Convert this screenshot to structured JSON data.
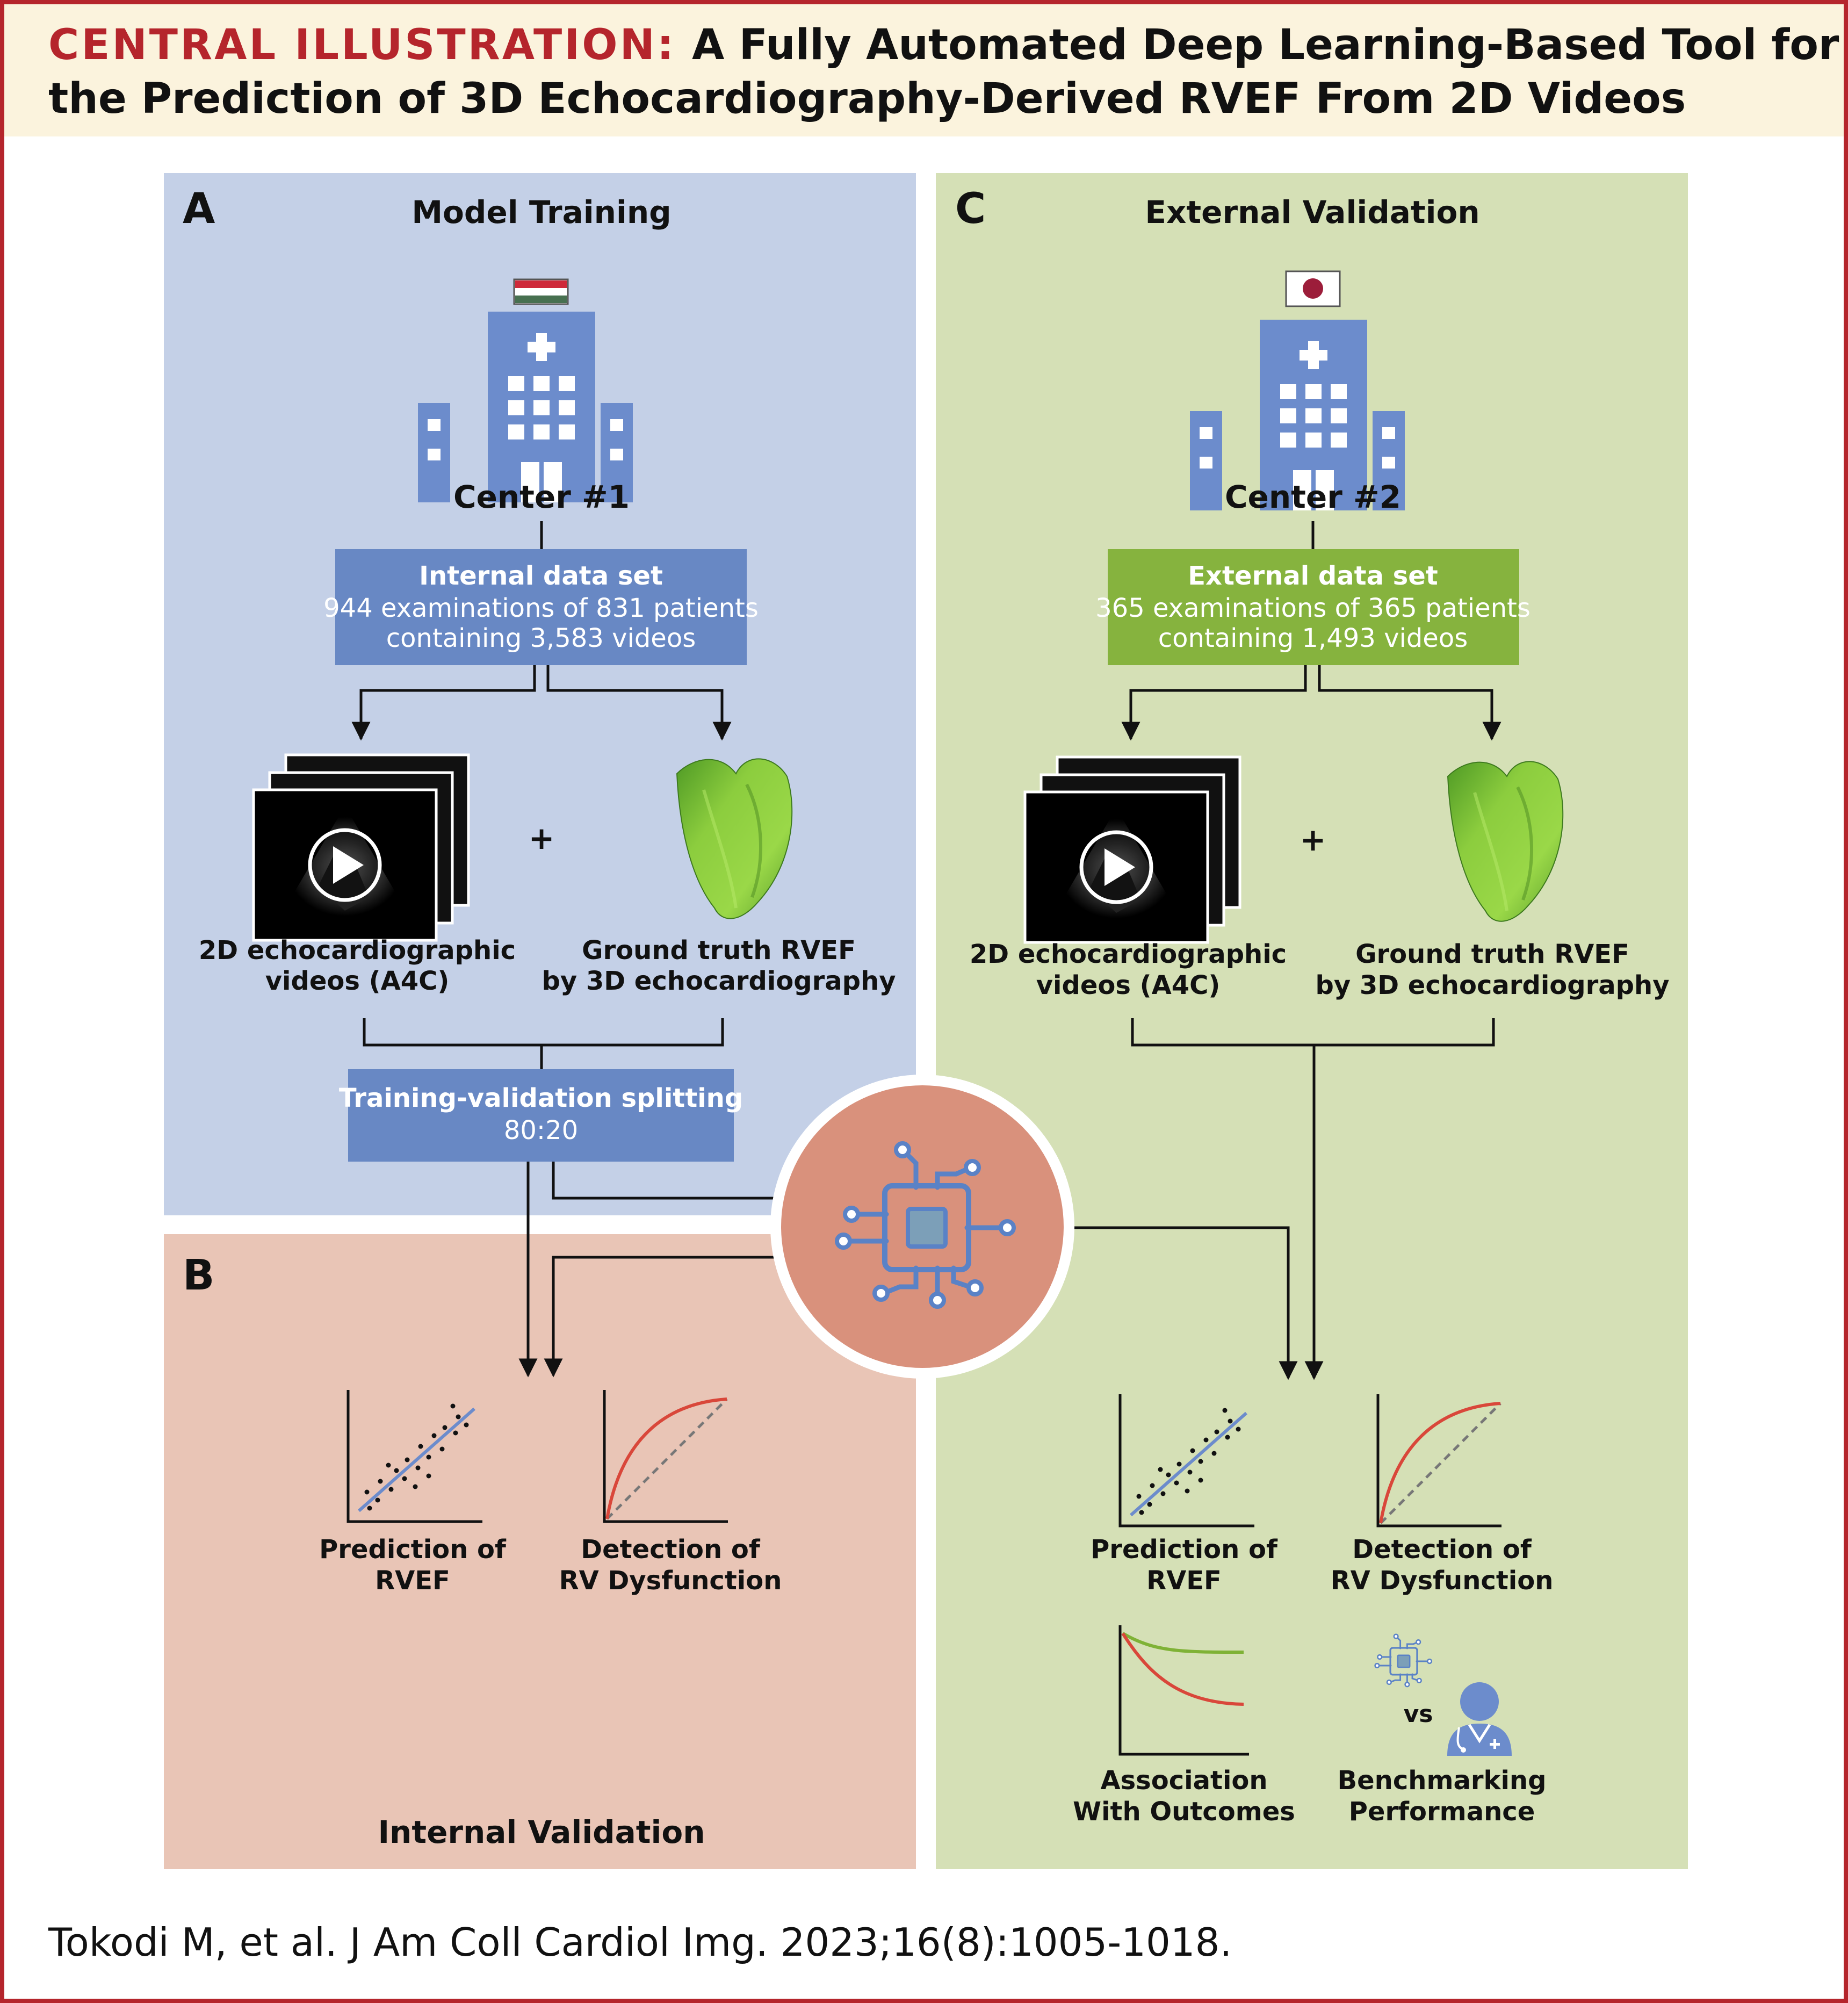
{
  "header": {
    "label": "CENTRAL ILLUSTRATION:",
    "title_line1": "A Fully Automated Deep Learning-Based Tool for",
    "title_line2": "the Prediction of 3D Echocardiography-Derived RVEF From 2D Videos"
  },
  "panel_a": {
    "letter": "A",
    "title": "Model Training",
    "center": "Center #1",
    "dataset": {
      "title": "Internal data set",
      "line1": "944 examinations of 831 patients",
      "line2": "containing 3,583 videos"
    },
    "plus": "+",
    "videos_line1": "2D echocardiographic",
    "videos_line2": "videos (A4C)",
    "truth_line1": "Ground truth RVEF",
    "truth_line2": "by 3D echocardiography",
    "split_title": "Training-validation splitting",
    "split_ratio": "80:20"
  },
  "panel_b": {
    "letter": "B",
    "prediction_line1": "Prediction of",
    "prediction_line2": "RVEF",
    "detection_line1": "Detection of",
    "detection_line2": "RV Dysfunction",
    "footer": "Internal Validation"
  },
  "panel_c": {
    "letter": "C",
    "title": "External Validation",
    "center": "Center #2",
    "dataset": {
      "title": "External data set",
      "line1": "365 examinations of 365 patients",
      "line2": "containing 1,493 videos"
    },
    "plus": "+",
    "videos_line1": "2D echocardiographic",
    "videos_line2": "videos (A4C)",
    "truth_line1": "Ground truth RVEF",
    "truth_line2": "by 3D echocardiography",
    "prediction_line1": "Prediction of",
    "prediction_line2": "RVEF",
    "detection_line1": "Detection of",
    "detection_line2": "RV Dysfunction",
    "association_line1": "Association",
    "association_line2": "With Outcomes",
    "vs": "vs",
    "benchmark_line1": "Benchmarking",
    "benchmark_line2": "Performance"
  },
  "citation": "Tokodi M, et al. J Am Coll Cardiol Img. 2023;16(8):1005-1018.",
  "colors": {
    "frame_red": "#b5252c",
    "header_bg": "#fbf3dd",
    "panel_a_bg": "#c4d0e7",
    "panel_b_bg": "#e9c5b6",
    "panel_c_bg": "#d5e0b6",
    "box_blue": "#6888c4",
    "box_green": "#86b33e",
    "building_blue": "#6c8ccc",
    "ai_circle": "#d9917c",
    "chip_blue": "#5a82c6",
    "heart_green": "#7cc23a",
    "curve_red": "#d9473a",
    "curve_green": "#7fb236"
  }
}
